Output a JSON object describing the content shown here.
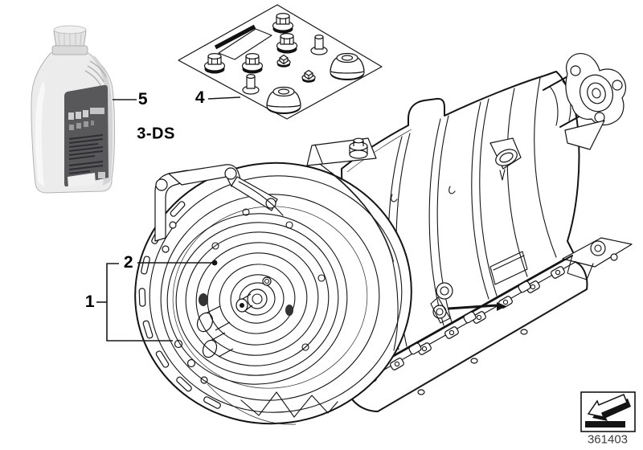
{
  "page": {
    "background": "#ffffff"
  },
  "labels": {
    "callout_1": "1",
    "callout_2": "2",
    "callout_4": "4",
    "callout_5": "5",
    "variant_code": "3-DS",
    "drawing_number": "361403"
  },
  "colors": {
    "line": "#141414",
    "bottle_label": "#58585a",
    "bottle_body": "#ececec",
    "background": "#ffffff"
  },
  "icons": {
    "oil_bottle": "oil-bottle-icon",
    "seal_plug_kit": "seal-plug-kit-icon",
    "transmission": "automatic-transmission-drawing",
    "corner_arrow": "direction-arrow-icon"
  }
}
